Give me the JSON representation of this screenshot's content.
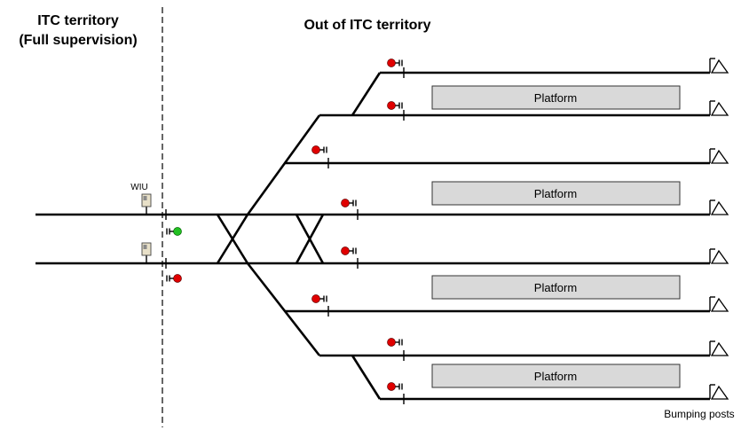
{
  "labels": {
    "itc_territory_line1": "ITC territory",
    "itc_territory_line2": "(Full supervision)",
    "out_of_itc": "Out of ITC territory",
    "wiu": "WIU",
    "bumping_posts": "Bumping posts"
  },
  "platforms": [
    "Platform",
    "Platform",
    "Platform",
    "Platform"
  ],
  "colors": {
    "signal_red": "#e00000",
    "signal_green": "#22c022",
    "platform_fill": "#d9d9d9",
    "track": "#000000"
  }
}
